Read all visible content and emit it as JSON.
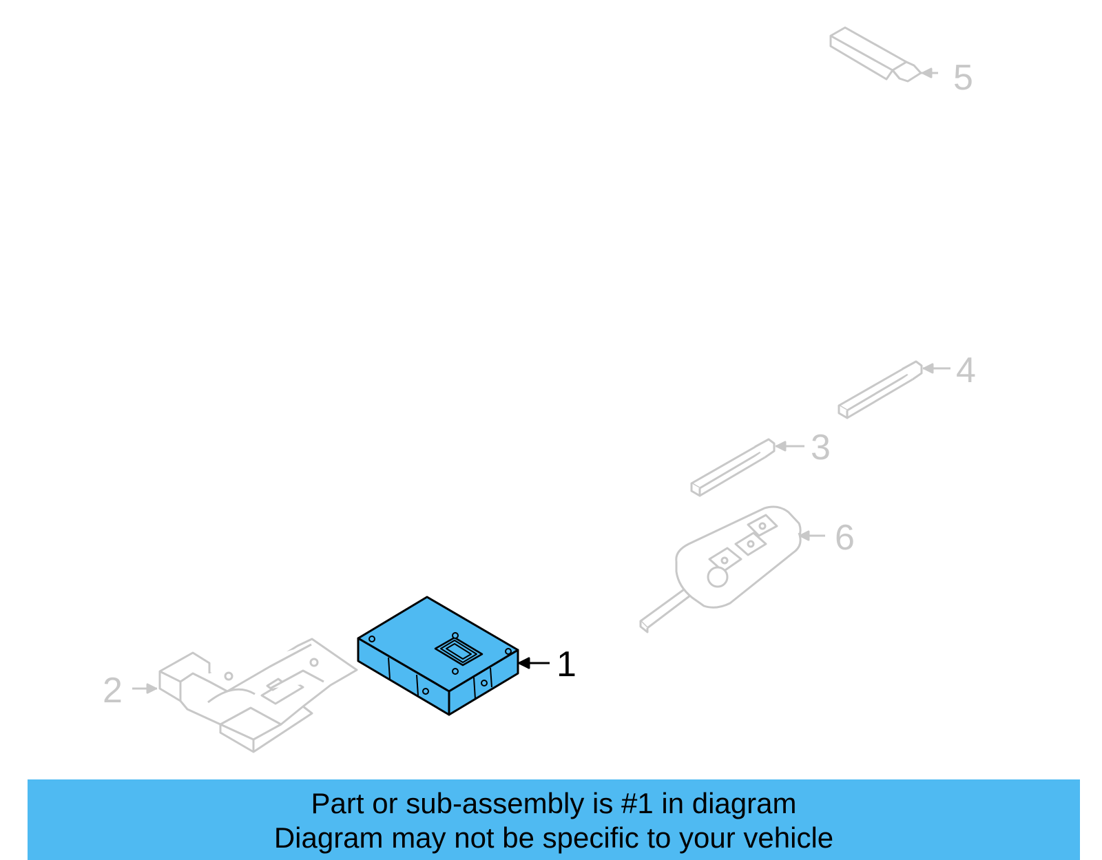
{
  "colors": {
    "highlight": "#4fbaf2",
    "inactive": "#c8c8c8",
    "active": "#000000",
    "banner_bg": "#4fbaf2"
  },
  "callouts": [
    {
      "id": "1",
      "label": "1",
      "part": "control-module",
      "highlighted": true
    },
    {
      "id": "2",
      "label": "2",
      "part": "mounting-bracket",
      "highlighted": false
    },
    {
      "id": "3",
      "label": "3",
      "part": "key-blank",
      "highlighted": false
    },
    {
      "id": "4",
      "label": "4",
      "part": "key-blank",
      "highlighted": false
    },
    {
      "id": "5",
      "label": "5",
      "part": "key-blank",
      "highlighted": false
    },
    {
      "id": "6",
      "label": "6",
      "part": "remote-key-fob",
      "highlighted": false
    }
  ],
  "banner": {
    "line1": "Part or sub-assembly is #1 in diagram",
    "line2": "Diagram may not be specific to your vehicle"
  }
}
